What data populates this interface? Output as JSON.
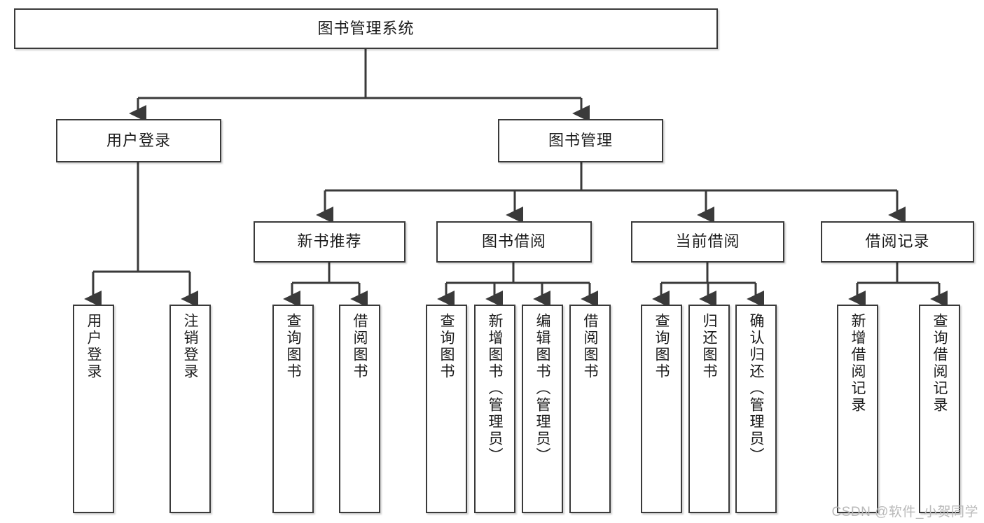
{
  "diagram": {
    "title": "图书管理系统",
    "watermark": "CSDN @软件_小贺同学",
    "colors": {
      "stroke": "#3a3a3a",
      "text": "#1b1b1b",
      "background": "#ffffff",
      "watermark": "#b9b9b9"
    },
    "nodes": {
      "root": {
        "label": "图书管理系统",
        "orientation": "horizontal"
      },
      "l1": [
        {
          "id": "user-login",
          "label": "用户登录",
          "orientation": "horizontal"
        },
        {
          "id": "book-manage",
          "label": "图书管理",
          "orientation": "horizontal"
        }
      ],
      "l2": [
        {
          "id": "new-book-recommend",
          "label": "新书推荐",
          "orientation": "horizontal"
        },
        {
          "id": "book-borrow",
          "label": "图书借阅",
          "orientation": "horizontal"
        },
        {
          "id": "current-borrow",
          "label": "当前借阅",
          "orientation": "horizontal"
        },
        {
          "id": "borrow-record",
          "label": "借阅记录",
          "orientation": "horizontal"
        }
      ],
      "leaves": [
        {
          "id": "leaf-user-login",
          "label": "用户登录",
          "parent": "user-login"
        },
        {
          "id": "leaf-logout-login",
          "label": "注销登录",
          "parent": "user-login"
        },
        {
          "id": "leaf-query-book-rec",
          "label": "查询图书",
          "parent": "new-book-recommend"
        },
        {
          "id": "leaf-borrow-book-rec",
          "label": "借阅图书",
          "parent": "new-book-recommend"
        },
        {
          "id": "leaf-query-book-borrow",
          "label": "查询图书",
          "parent": "book-borrow"
        },
        {
          "id": "leaf-add-book-admin",
          "label": "新增图书（管理员）",
          "parent": "book-borrow"
        },
        {
          "id": "leaf-edit-book-admin",
          "label": "编辑图书（管理员）",
          "parent": "book-borrow"
        },
        {
          "id": "leaf-borrow-book",
          "label": "借阅图书",
          "parent": "book-borrow"
        },
        {
          "id": "leaf-query-book-current",
          "label": "查询图书",
          "parent": "current-borrow"
        },
        {
          "id": "leaf-return-book",
          "label": "归还图书",
          "parent": "current-borrow"
        },
        {
          "id": "leaf-confirm-return-admin",
          "label": "确认归还（管理员）",
          "parent": "current-borrow"
        },
        {
          "id": "leaf-add-borrow-record",
          "label": "新增借阅记录",
          "parent": "borrow-record"
        },
        {
          "id": "leaf-query-borrow-record",
          "label": "查询借阅记录",
          "parent": "borrow-record"
        }
      ]
    }
  }
}
